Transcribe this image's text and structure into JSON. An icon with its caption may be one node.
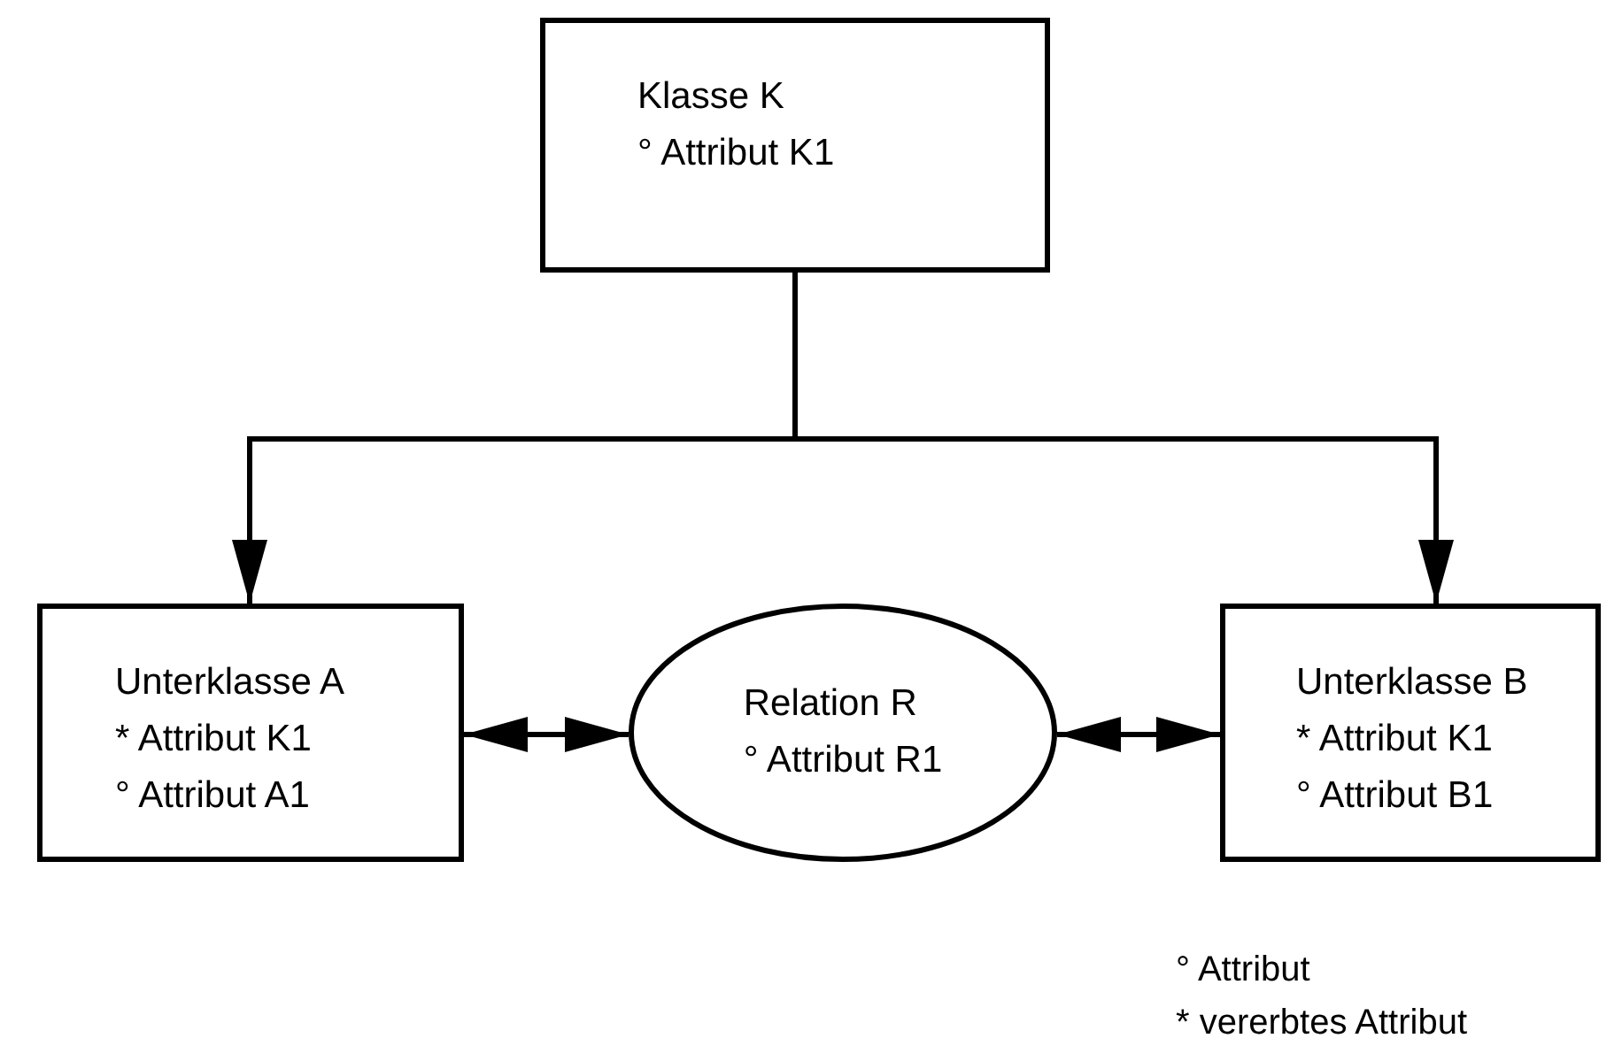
{
  "diagram": {
    "nodes": [
      {
        "text": [
          "Klasse K",
          "° Attribut K1"
        ]
      },
      {
        "text": [
          "Unterklasse A",
          "* Attribut K1",
          "° Attribut A1"
        ]
      },
      {
        "text": [
          "Relation R",
          "° Attribut R1"
        ]
      },
      {
        "text": [
          "Unterklasse B",
          "* Attribut K1",
          "° Attribut B1"
        ]
      }
    ],
    "edges": [
      {
        "from": 0,
        "to": 1,
        "arrow": "to"
      },
      {
        "from": 0,
        "to": 3,
        "arrow": "to"
      },
      {
        "from": 1,
        "to": 2,
        "arrow": "both"
      },
      {
        "from": 2,
        "to": 3,
        "arrow": "both"
      }
    ],
    "labels": [
      "° Attribut",
      "* vererbtes Attribut"
    ]
  }
}
